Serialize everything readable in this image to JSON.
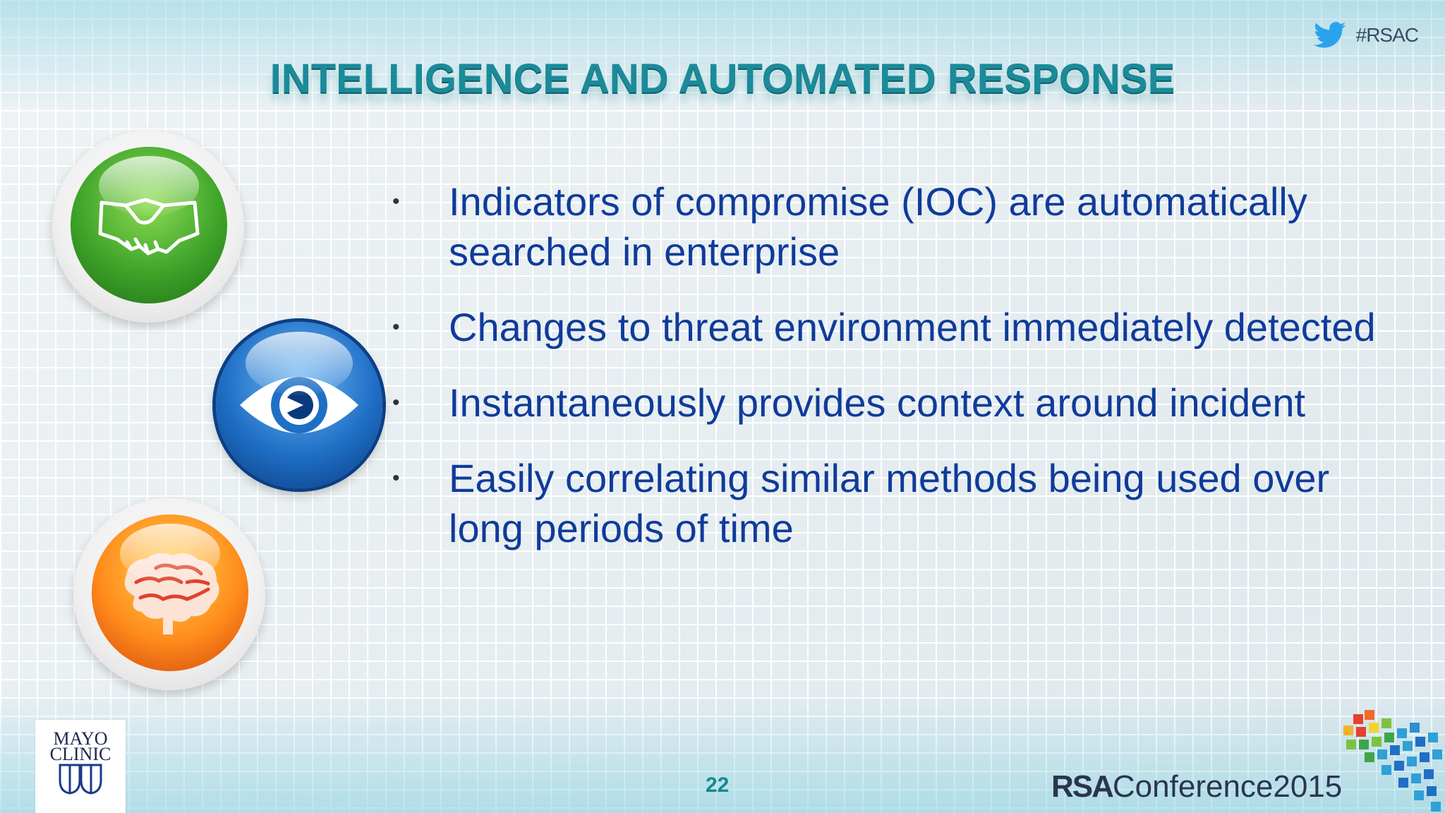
{
  "header": {
    "hashtag": "#RSAC",
    "twitter_icon": "twitter-bird-icon"
  },
  "slide": {
    "title": "INTELLIGENCE AND AUTOMATED RESPONSE",
    "bullets": [
      "Indicators of compromise (IOC) are automatically searched in enterprise",
      "Changes to threat environment immediately detected",
      "Instantaneously provides context around incident",
      "Easily correlating similar methods being used over long periods of time"
    ],
    "icons": [
      "handshake-icon",
      "eye-icon",
      "brain-icon"
    ],
    "colors": {
      "title": "#1b8a99",
      "bullet_text": "#0f3b9a",
      "green_orb": "#3fa52a",
      "blue_orb": "#1f6fc6",
      "orange_orb": "#ff8c1c"
    }
  },
  "footer": {
    "mayo_line1": "MAYO",
    "mayo_line2": "CLINIC",
    "page_number": "22",
    "conference_rsa": "RSA",
    "conference_name": "Conference2015"
  }
}
